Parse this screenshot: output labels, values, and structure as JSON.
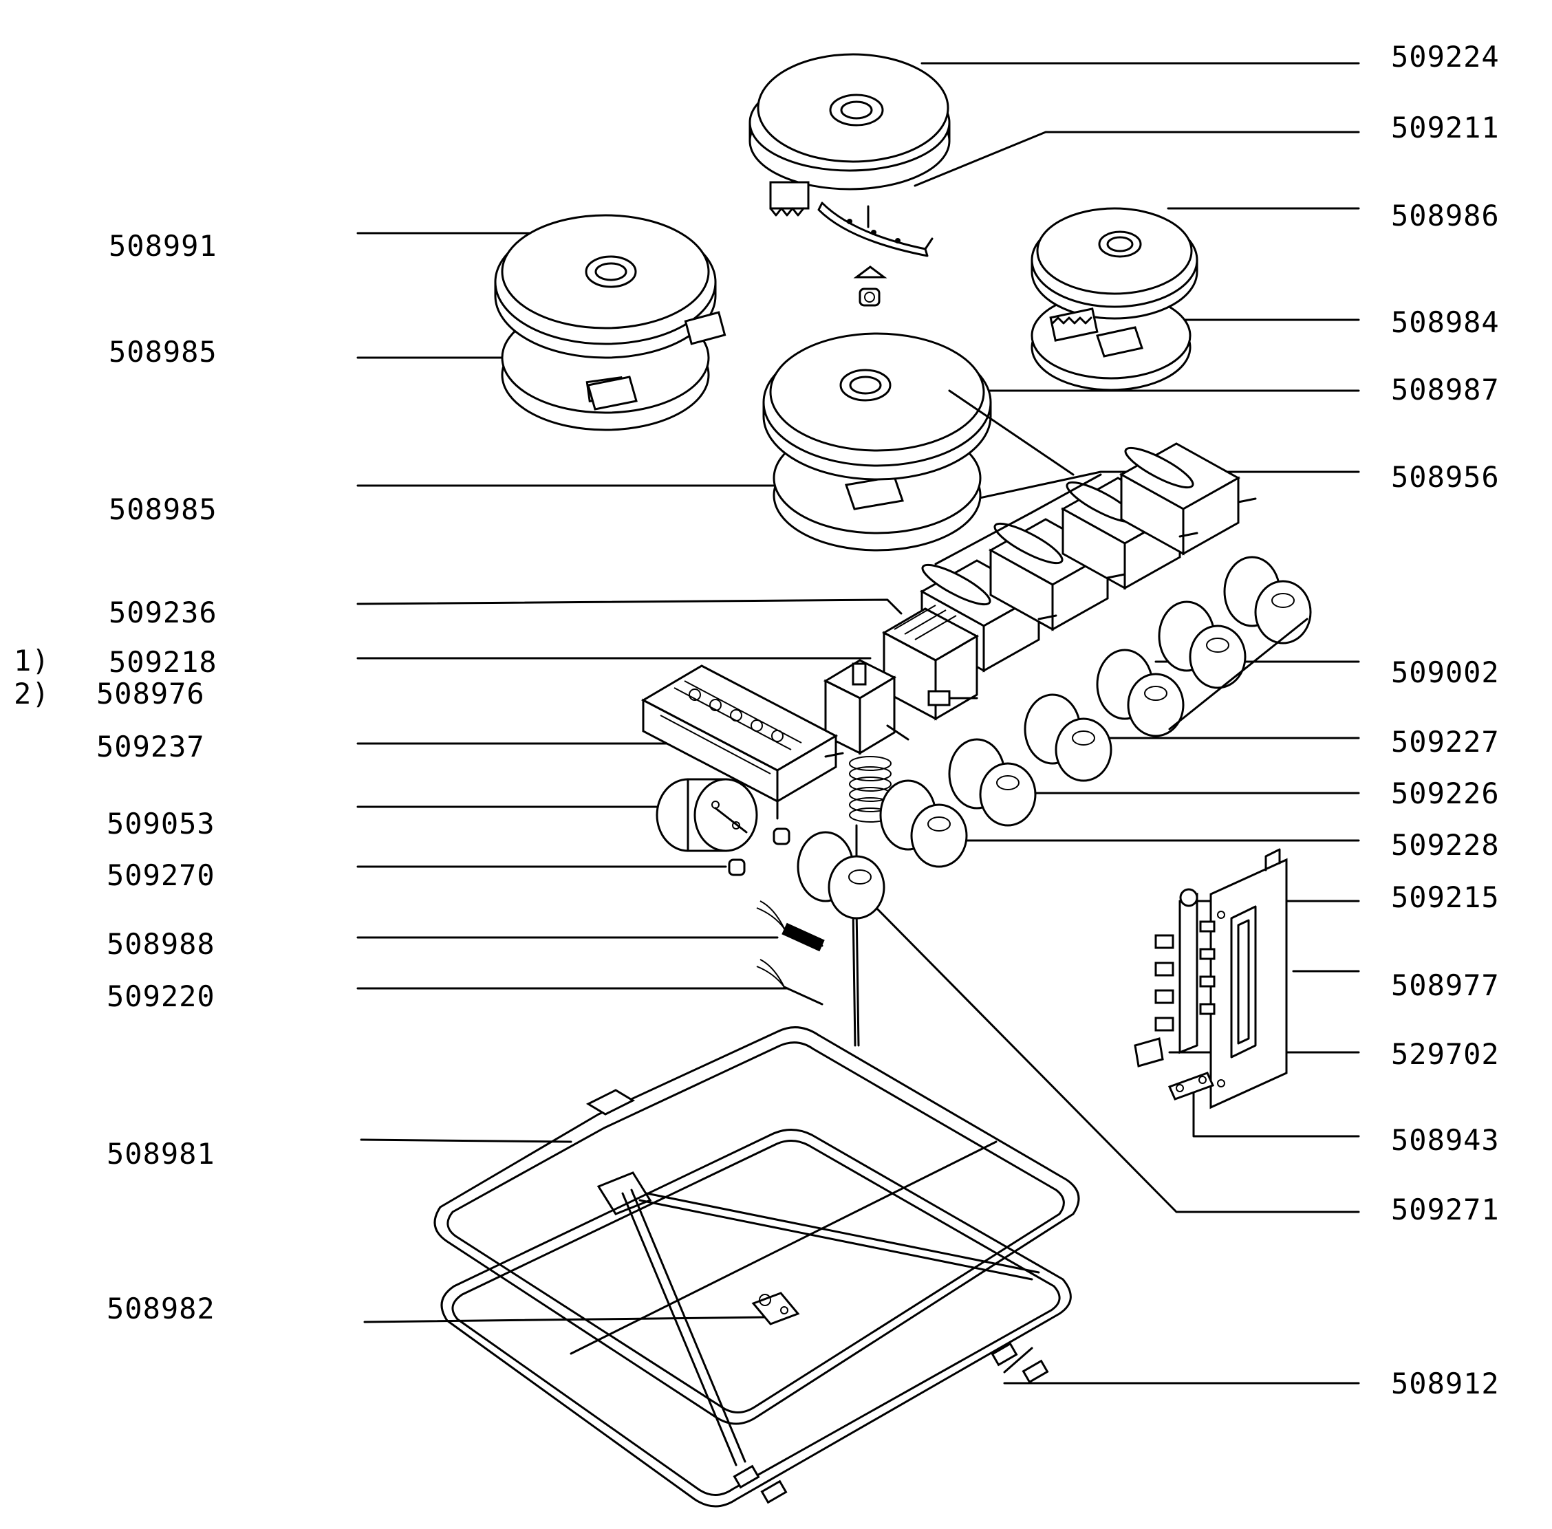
{
  "labels": {
    "p509224": "509224",
    "p509211": "509211",
    "p508986": "508986",
    "p508984": "508984",
    "p508987": "508987",
    "p508956": "508956",
    "p509002": "509002",
    "p509227": "509227",
    "p509226": "509226",
    "p509228": "509228",
    "p509215": "509215",
    "p508977": "508977",
    "p529702": "529702",
    "p508943": "508943",
    "p509271": "509271",
    "p508912": "508912",
    "p508991": "508991",
    "p508985a": "508985",
    "p508985b": "508985",
    "p509236": "509236",
    "p509218": "509218",
    "p508976": "508976",
    "p509237": "509237",
    "p509053": "509053",
    "p509270": "509270",
    "p508988": "508988",
    "p509220": "509220",
    "p508981": "508981",
    "p508982": "508982"
  },
  "variants": {
    "v1": "1)",
    "v2": "2)"
  }
}
